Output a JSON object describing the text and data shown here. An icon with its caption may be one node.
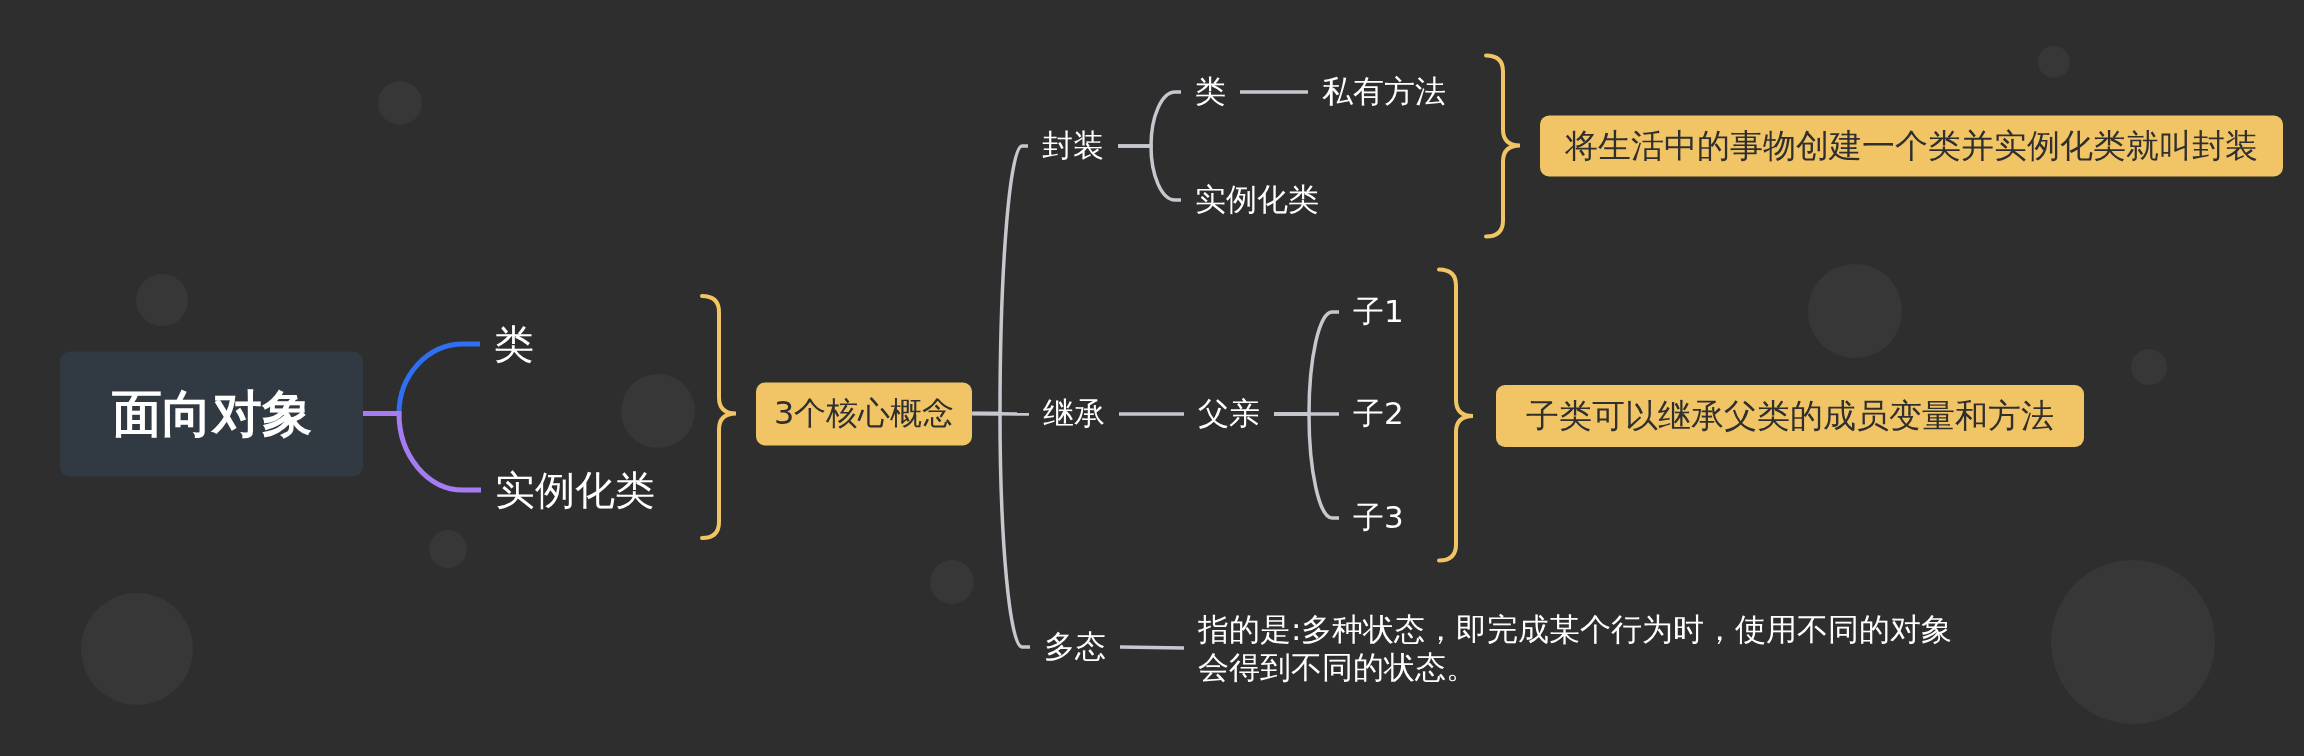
{
  "diagram": {
    "nodes": [
      {
        "text": [
          "面向对象"
        ]
      },
      {
        "text": [
          "类"
        ]
      },
      {
        "text": [
          "实例化类"
        ]
      },
      {
        "text": [
          "3个核心概念"
        ]
      },
      {
        "text": [
          "封装"
        ]
      },
      {
        "text": [
          "类"
        ]
      },
      {
        "text": [
          "私有方法"
        ]
      },
      {
        "text": [
          "实例化类"
        ]
      },
      {
        "text": [
          "将生活中的事物创建一个类并实例化类就叫封装"
        ]
      },
      {
        "text": [
          "继承"
        ]
      },
      {
        "text": [
          "父亲"
        ]
      },
      {
        "text": [
          "子1"
        ]
      },
      {
        "text": [
          "子2"
        ]
      },
      {
        "text": [
          "子3"
        ]
      },
      {
        "text": [
          "子类可以继承父类的成员变量和方法"
        ]
      },
      {
        "text": [
          "多态"
        ]
      },
      {
        "text": [
          "指的是:多种状态，即完成某个行为时，使用不同的对象会得到不同的状态。"
        ]
      }
    ],
    "edges": [
      {
        "from": 0,
        "to": 1,
        "arrow": "none",
        "color": "#2f6ff2"
      },
      {
        "from": 0,
        "to": 2,
        "arrow": "none",
        "color": "#a67cf3"
      },
      {
        "from": 3,
        "to": 4,
        "arrow": "none"
      },
      {
        "from": 3,
        "to": 9,
        "arrow": "none"
      },
      {
        "from": 3,
        "to": 15,
        "arrow": "none"
      },
      {
        "from": 4,
        "to": 5,
        "arrow": "none"
      },
      {
        "from": 4,
        "to": 7,
        "arrow": "none"
      },
      {
        "from": 5,
        "to": 6,
        "arrow": "none"
      },
      {
        "from": 9,
        "to": 10,
        "arrow": "none"
      },
      {
        "from": 10,
        "to": 11,
        "arrow": "none"
      },
      {
        "from": 10,
        "to": 12,
        "arrow": "none"
      },
      {
        "from": 10,
        "to": 13,
        "arrow": "none"
      },
      {
        "from": 15,
        "to": 16,
        "arrow": "none"
      }
    ]
  }
}
